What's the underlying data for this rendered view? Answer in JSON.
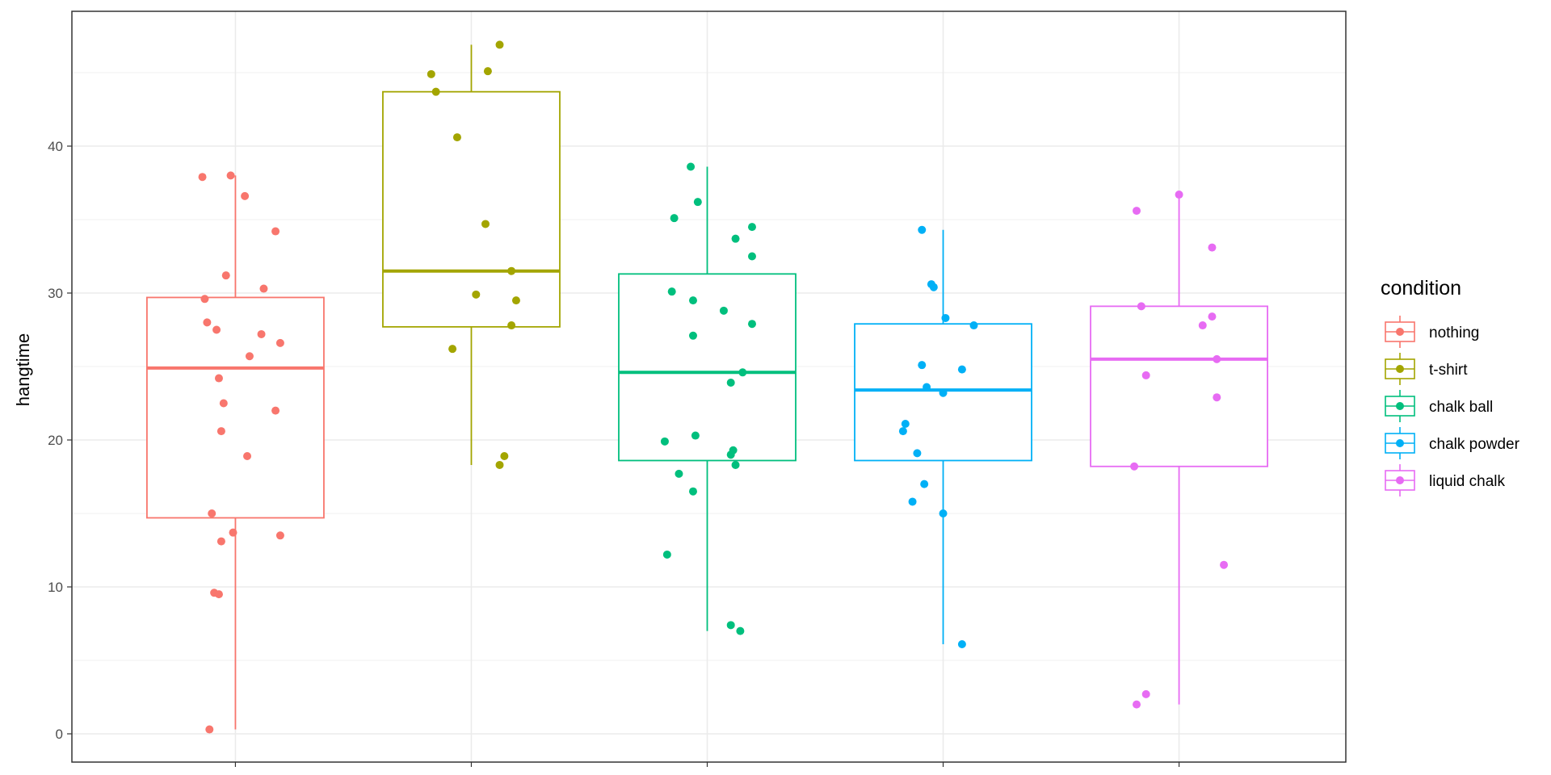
{
  "chart_data": {
    "type": "boxplot",
    "title": "",
    "xlabel": "",
    "ylabel": "hangtime",
    "ylim": [
      -2,
      50
    ],
    "yticks": [
      0,
      10,
      20,
      30,
      40
    ],
    "grid": true,
    "legend": {
      "title": "condition",
      "placement": "right"
    },
    "categories": [
      "nothing",
      "t-shirt",
      "chalk ball",
      "chalk powder",
      "liquid chalk"
    ],
    "colors": [
      "#F8766D",
      "#A3A500",
      "#00BF7D",
      "#00B0F6",
      "#E76BF3"
    ],
    "boxes": [
      {
        "min": 0.3,
        "q1": 14.7,
        "median": 24.9,
        "q3": 29.7,
        "max": 38.0
      },
      {
        "min": 18.3,
        "q1": 27.7,
        "median": 31.5,
        "q3": 43.7,
        "max": 46.9
      },
      {
        "min": 7.0,
        "q1": 18.6,
        "median": 24.6,
        "q3": 31.3,
        "max": 38.6
      },
      {
        "min": 6.1,
        "q1": 18.6,
        "median": 23.4,
        "q3": 27.9,
        "max": 34.3
      },
      {
        "min": 2.0,
        "q1": 18.2,
        "median": 25.5,
        "q3": 29.1,
        "max": 36.7
      }
    ],
    "points": [
      [
        {
          "x": -0.14,
          "y": 37.9
        },
        {
          "x": -0.02,
          "y": 38.0
        },
        {
          "x": 0.04,
          "y": 36.6
        },
        {
          "x": 0.17,
          "y": 34.2
        },
        {
          "x": -0.04,
          "y": 31.2
        },
        {
          "x": 0.12,
          "y": 30.3
        },
        {
          "x": -0.13,
          "y": 29.6
        },
        {
          "x": -0.12,
          "y": 28.0
        },
        {
          "x": -0.08,
          "y": 27.5
        },
        {
          "x": 0.11,
          "y": 27.2
        },
        {
          "x": 0.19,
          "y": 26.6
        },
        {
          "x": 0.06,
          "y": 25.7
        },
        {
          "x": -0.07,
          "y": 24.2
        },
        {
          "x": -0.05,
          "y": 22.5
        },
        {
          "x": 0.17,
          "y": 22.0
        },
        {
          "x": -0.06,
          "y": 20.6
        },
        {
          "x": 0.05,
          "y": 18.9
        },
        {
          "x": -0.1,
          "y": 15.0
        },
        {
          "x": -0.01,
          "y": 13.7
        },
        {
          "x": 0.19,
          "y": 13.5
        },
        {
          "x": -0.06,
          "y": 13.1
        },
        {
          "x": -0.09,
          "y": 9.6
        },
        {
          "x": -0.07,
          "y": 9.5
        },
        {
          "x": -0.11,
          "y": 0.3
        }
      ],
      [
        {
          "x": 0.12,
          "y": 46.9
        },
        {
          "x": -0.17,
          "y": 44.9
        },
        {
          "x": 0.07,
          "y": 45.1
        },
        {
          "x": -0.15,
          "y": 43.7
        },
        {
          "x": -0.06,
          "y": 40.6
        },
        {
          "x": 0.06,
          "y": 34.7
        },
        {
          "x": 0.17,
          "y": 31.5
        },
        {
          "x": 0.02,
          "y": 29.9
        },
        {
          "x": 0.19,
          "y": 29.5
        },
        {
          "x": 0.17,
          "y": 27.8
        },
        {
          "x": -0.08,
          "y": 26.2
        },
        {
          "x": 0.14,
          "y": 18.9
        },
        {
          "x": 0.12,
          "y": 18.3
        }
      ],
      [
        {
          "x": -0.07,
          "y": 38.6
        },
        {
          "x": -0.14,
          "y": 35.1
        },
        {
          "x": -0.04,
          "y": 36.2
        },
        {
          "x": 0.19,
          "y": 34.5
        },
        {
          "x": 0.12,
          "y": 33.7
        },
        {
          "x": 0.19,
          "y": 32.5
        },
        {
          "x": -0.15,
          "y": 30.1
        },
        {
          "x": -0.06,
          "y": 29.5
        },
        {
          "x": 0.07,
          "y": 28.8
        },
        {
          "x": 0.19,
          "y": 27.9
        },
        {
          "x": -0.06,
          "y": 27.1
        },
        {
          "x": 0.15,
          "y": 24.6
        },
        {
          "x": 0.1,
          "y": 23.9
        },
        {
          "x": -0.05,
          "y": 20.3
        },
        {
          "x": -0.18,
          "y": 19.9
        },
        {
          "x": 0.11,
          "y": 19.3
        },
        {
          "x": 0.1,
          "y": 19.0
        },
        {
          "x": 0.12,
          "y": 18.3
        },
        {
          "x": -0.12,
          "y": 17.7
        },
        {
          "x": -0.06,
          "y": 16.5
        },
        {
          "x": -0.17,
          "y": 12.2
        },
        {
          "x": 0.1,
          "y": 7.4
        },
        {
          "x": 0.14,
          "y": 7.0
        }
      ],
      [
        {
          "x": -0.09,
          "y": 34.3
        },
        {
          "x": -0.05,
          "y": 30.6
        },
        {
          "x": -0.04,
          "y": 30.4
        },
        {
          "x": 0.01,
          "y": 28.3
        },
        {
          "x": 0.13,
          "y": 27.8
        },
        {
          "x": -0.09,
          "y": 25.1
        },
        {
          "x": 0.08,
          "y": 24.8
        },
        {
          "x": -0.07,
          "y": 23.6
        },
        {
          "x": 0.0,
          "y": 23.2
        },
        {
          "x": -0.16,
          "y": 21.1
        },
        {
          "x": -0.17,
          "y": 20.6
        },
        {
          "x": -0.11,
          "y": 19.1
        },
        {
          "x": -0.08,
          "y": 17.0
        },
        {
          "x": -0.13,
          "y": 15.8
        },
        {
          "x": 0.0,
          "y": 15.0
        },
        {
          "x": 0.08,
          "y": 6.1
        }
      ],
      [
        {
          "x": 0.0,
          "y": 36.7
        },
        {
          "x": -0.18,
          "y": 35.6
        },
        {
          "x": 0.14,
          "y": 33.1
        },
        {
          "x": -0.16,
          "y": 29.1
        },
        {
          "x": 0.14,
          "y": 28.4
        },
        {
          "x": 0.1,
          "y": 27.8
        },
        {
          "x": 0.16,
          "y": 25.5
        },
        {
          "x": -0.14,
          "y": 24.4
        },
        {
          "x": 0.16,
          "y": 22.9
        },
        {
          "x": -0.19,
          "y": 18.2
        },
        {
          "x": 0.19,
          "y": 11.5
        },
        {
          "x": -0.14,
          "y": 2.7
        },
        {
          "x": -0.18,
          "y": 2.0
        }
      ]
    ]
  }
}
